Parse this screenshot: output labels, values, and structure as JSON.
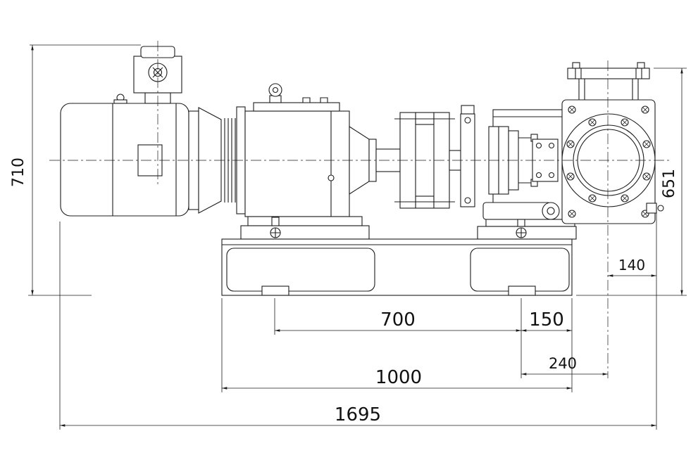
{
  "drawing": {
    "dims": {
      "overall_height": "710",
      "port_height": "651",
      "center_to_face": "140",
      "bolt_spacing": "700",
      "overhang": "150",
      "foot_to_center": "240",
      "base_length": "1000",
      "overall_length": "1695"
    }
  }
}
